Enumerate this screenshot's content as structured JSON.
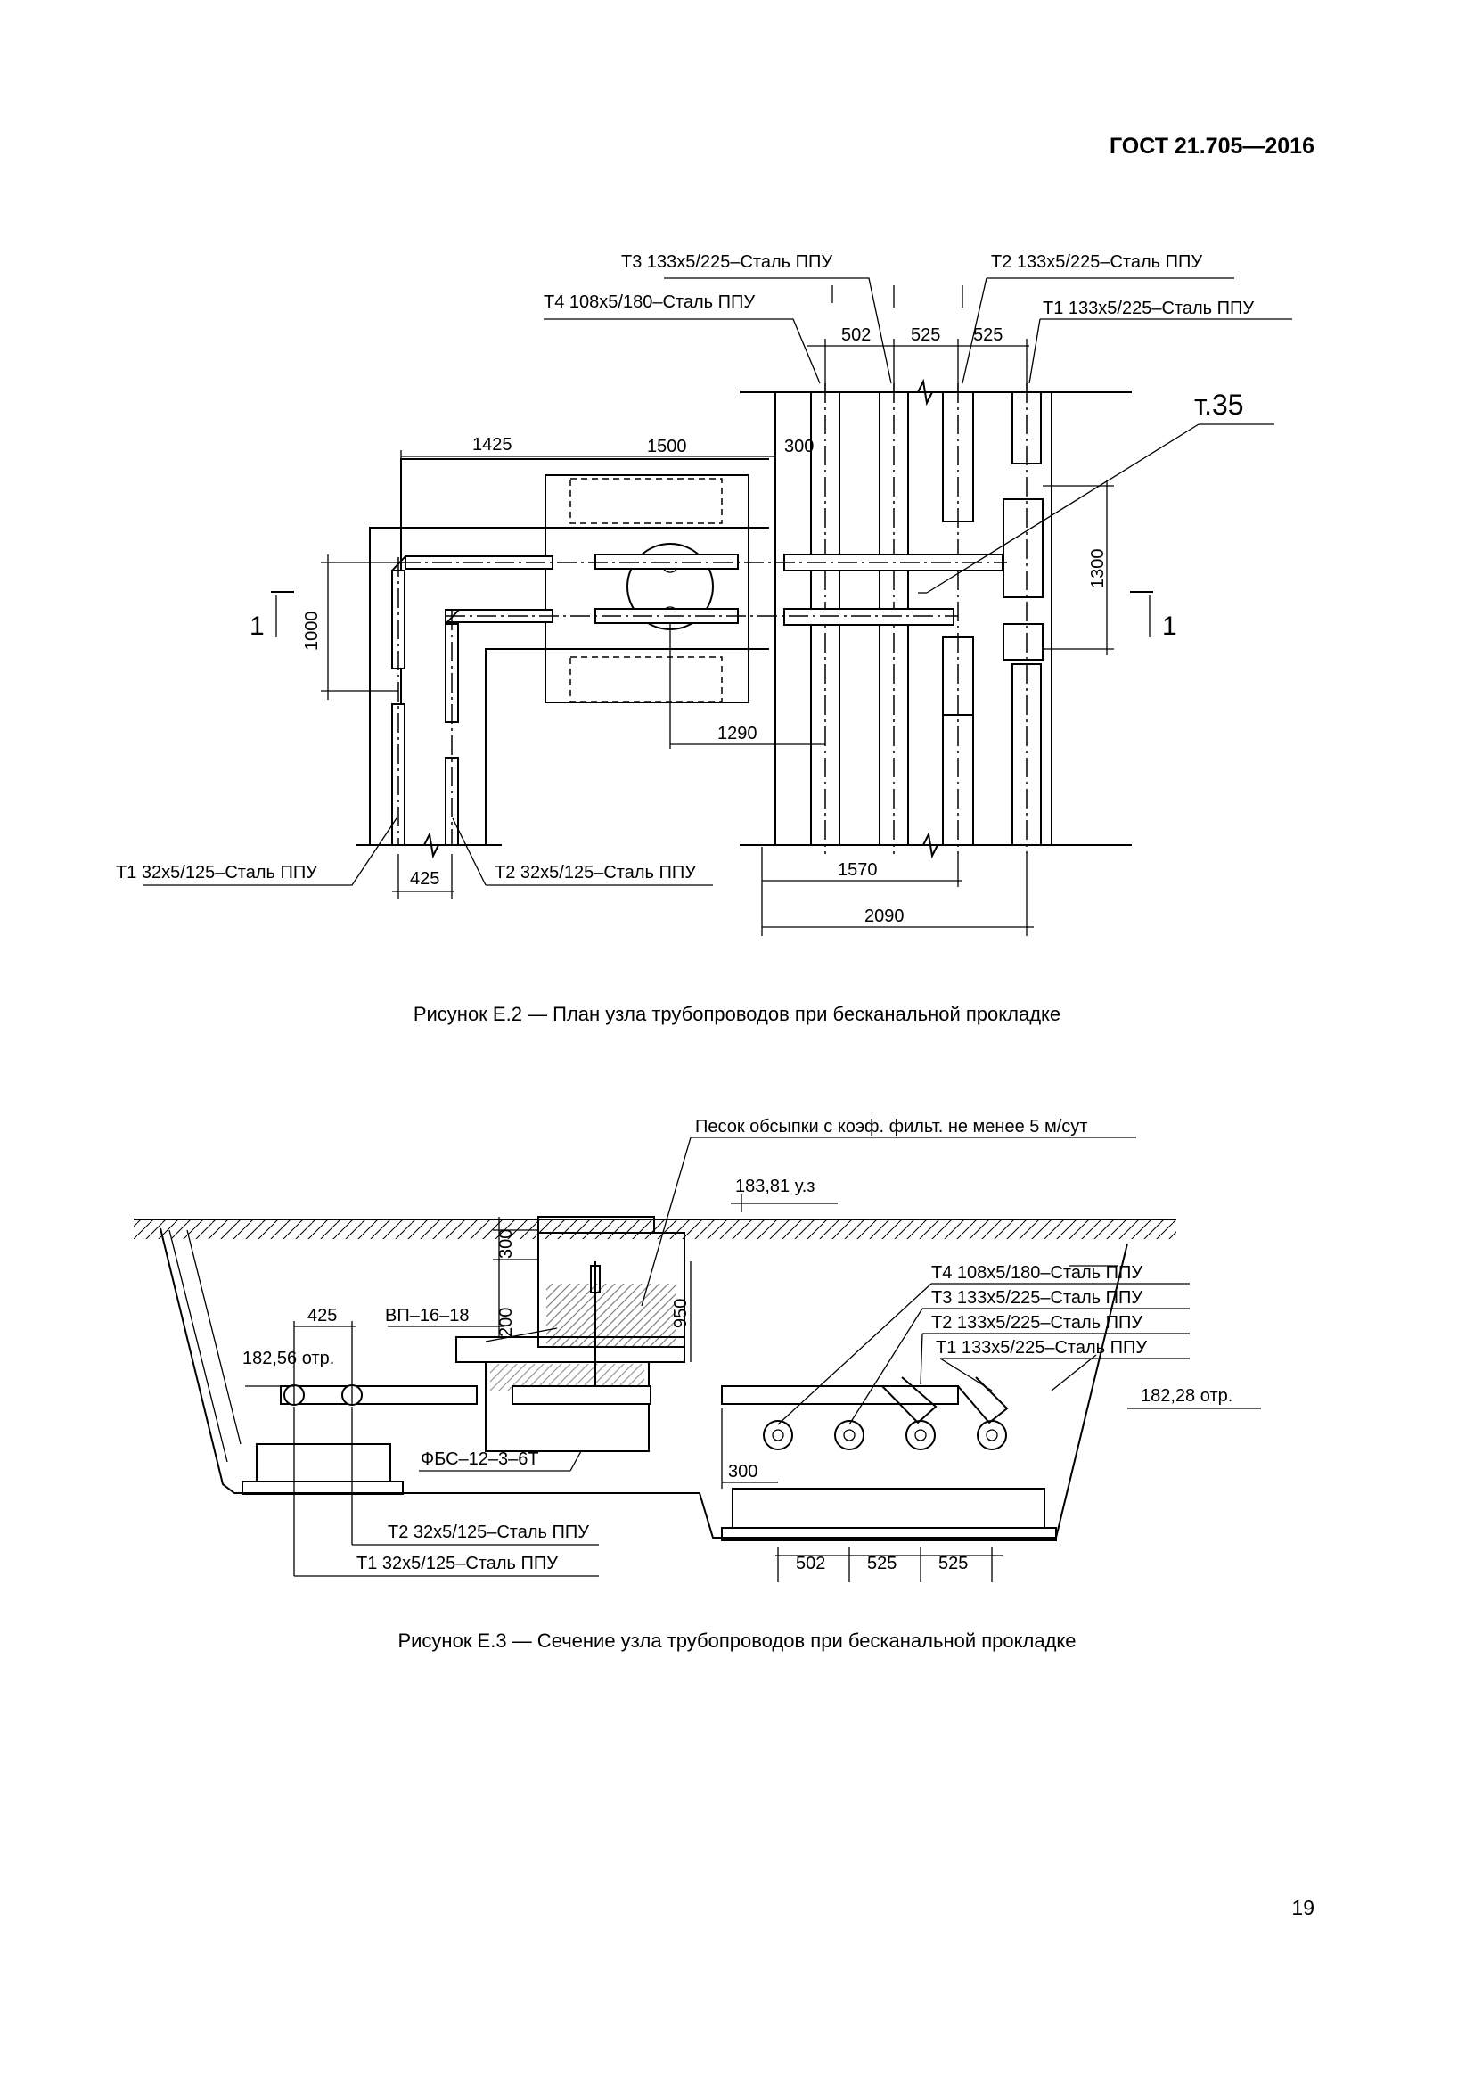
{
  "header": {
    "doc_id": "ГОСТ 21.705—2016"
  },
  "figure_e2": {
    "caption": "Рисунок Е.2 — План узла трубопроводов при бесканальной прокладке",
    "pipe_labels": {
      "t3": "Т3 133х5/225–Сталь ППУ",
      "t2": "Т2 133х5/225–Сталь ППУ",
      "t4": "Т4 108х5/180–Сталь ППУ",
      "t1": "Т1 133х5/225–Сталь ППУ",
      "t1_small": "Т1 32х5/125–Сталь ППУ",
      "t2_small": "Т2 32х5/125–Сталь ППУ"
    },
    "node_label": "т.35",
    "section_mark": "1",
    "dimensions": {
      "d502": "502",
      "d525a": "525",
      "d525b": "525",
      "d1425": "1425",
      "d1500": "1500",
      "d300": "300",
      "d1000": "1000",
      "d1300": "1300",
      "d1290": "1290",
      "d425": "425",
      "d1570": "1570",
      "d2090": "2090"
    }
  },
  "figure_e3": {
    "caption": "Рисунок Е.3 — Сечение узла трубопроводов при бесканальной прокладке",
    "sand_note": "Песок обсыпки с коэф. фильт. не менее 5 м/сут",
    "ground_level": "183,81 у.з",
    "left_level": "182,56 отр.",
    "right_level": "182,28 отр.",
    "slab_label": "ВП–16–18",
    "block_label": "ФБС–12–3–6Т",
    "pipe_labels": {
      "t4": "Т4 108х5/180–Сталь ППУ",
      "t3": "Т3 133х5/225–Сталь ППУ",
      "t2": "Т2 133х5/225–Сталь ППУ",
      "t1": "Т1 133х5/225–Сталь ППУ",
      "t2_small": "Т2 32х5/125–Сталь ППУ",
      "t1_small": "Т1 32х5/125–Сталь ППУ"
    },
    "dimensions": {
      "d300a": "300",
      "d200": "200",
      "d950": "950",
      "d425": "425",
      "d300b": "300",
      "d502": "502",
      "d525a": "525",
      "d525b": "525"
    }
  },
  "page_number": "19"
}
